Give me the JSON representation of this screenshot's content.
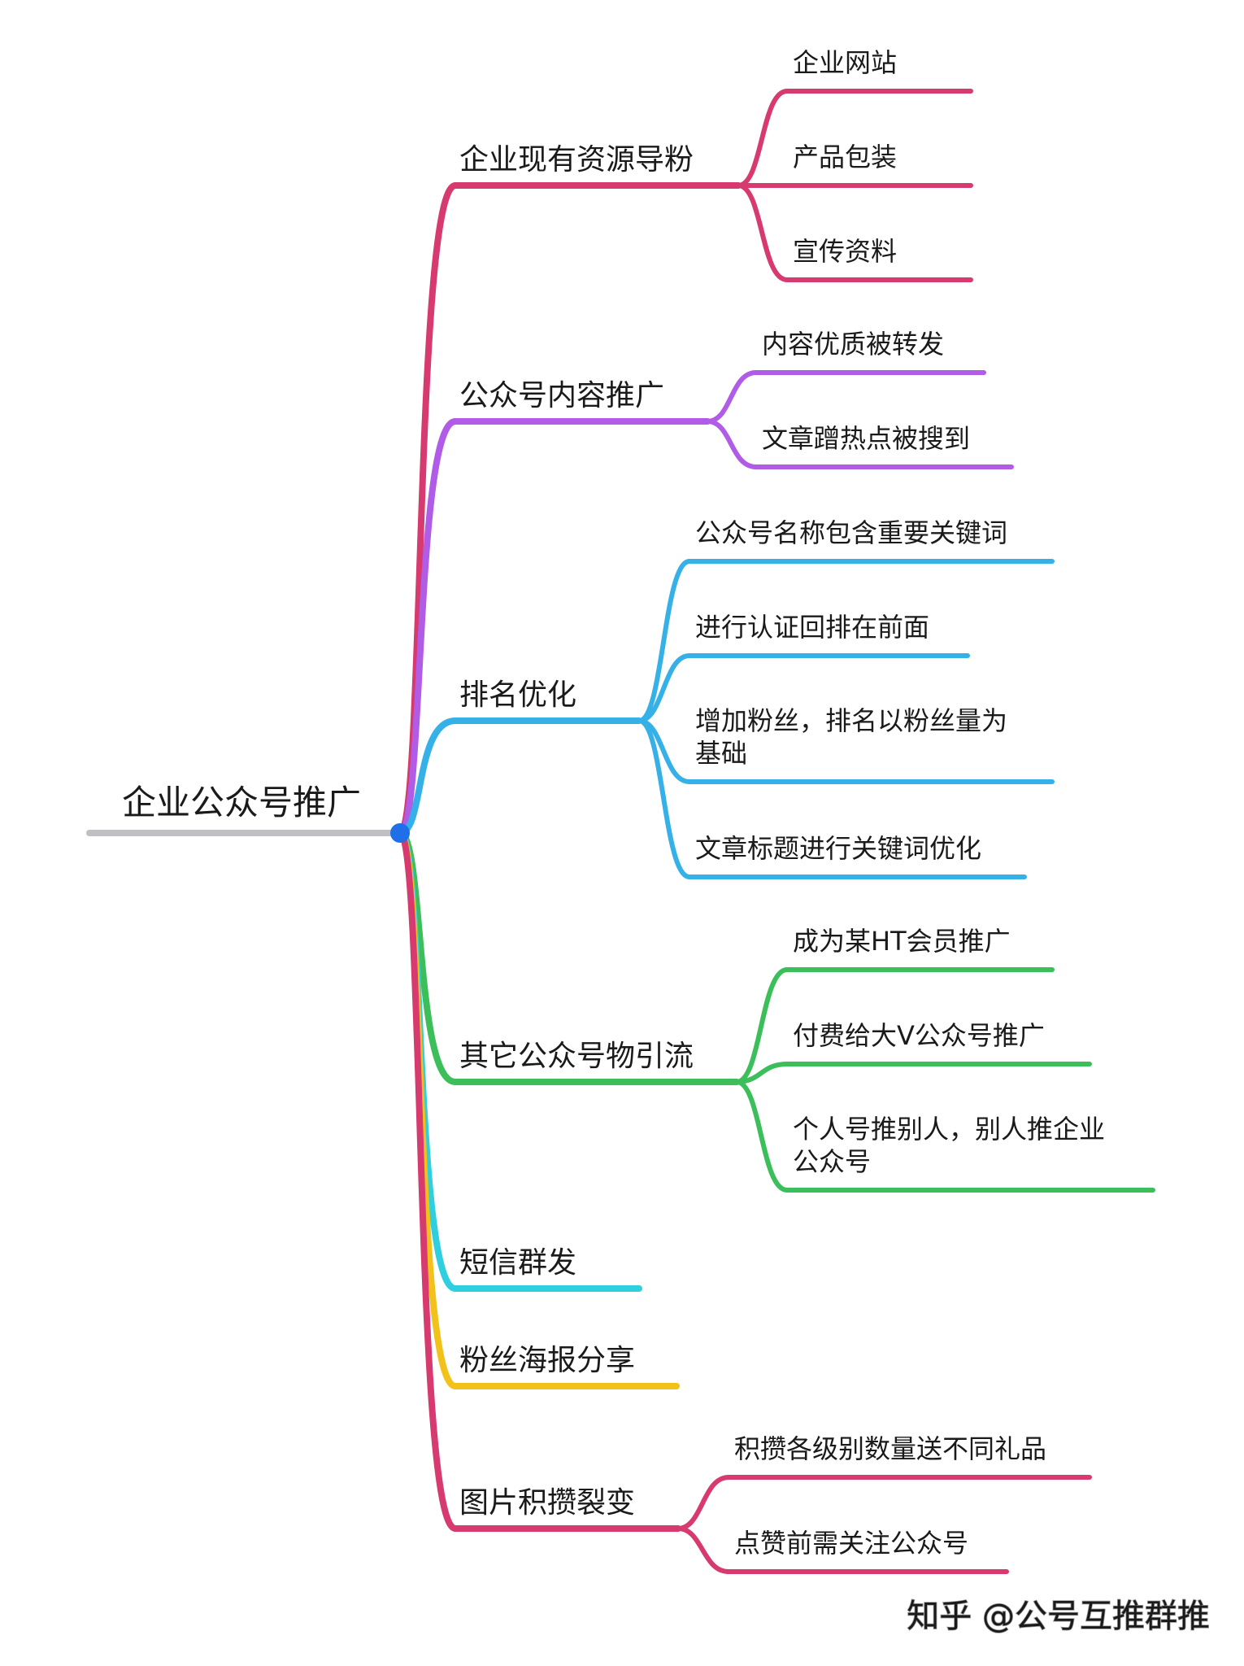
{
  "root": {
    "label": "企业公众号推广",
    "line_color": "#c0c0c4",
    "node_color": "#1e6fe8"
  },
  "branches": [
    {
      "label": "企业现有资源导粉",
      "color": "#d63a6e",
      "children": [
        {
          "lines": [
            "企业网站"
          ]
        },
        {
          "lines": [
            "产品包装"
          ]
        },
        {
          "lines": [
            "宣传资料"
          ]
        }
      ]
    },
    {
      "label": "公众号内容推广",
      "color": "#b05ce6",
      "children": [
        {
          "lines": [
            "内容优质被转发"
          ]
        },
        {
          "lines": [
            "文章蹭热点被搜到"
          ]
        }
      ]
    },
    {
      "label": "排名优化",
      "color": "#35b1e8",
      "children": [
        {
          "lines": [
            "公众号名称包含重要关键词"
          ]
        },
        {
          "lines": [
            "进行认证回排在前面"
          ]
        },
        {
          "lines": [
            "增加粉丝，排名以粉丝量为",
            "基础"
          ]
        },
        {
          "lines": [
            "文章标题进行关键词优化"
          ]
        }
      ]
    },
    {
      "label": "其它公众号物引流",
      "color": "#3cbf5a",
      "children": [
        {
          "lines": [
            "成为某HT会员推广"
          ]
        },
        {
          "lines": [
            "付费给大V公众号推广"
          ]
        },
        {
          "lines": [
            "个人号推别人，别人推企业",
            "公众号"
          ]
        }
      ]
    },
    {
      "label": "短信群发",
      "color": "#2fcfe0",
      "children": []
    },
    {
      "label": "粉丝海报分享",
      "color": "#f2c21b",
      "children": []
    },
    {
      "label": "图片积攒裂变",
      "color": "#d63a6e",
      "children": [
        {
          "lines": [
            "积攒各级别数量送不同礼品"
          ]
        },
        {
          "lines": [
            "点赞前需关注公众号"
          ]
        }
      ]
    }
  ],
  "watermark": "知乎 @公号互推群推"
}
